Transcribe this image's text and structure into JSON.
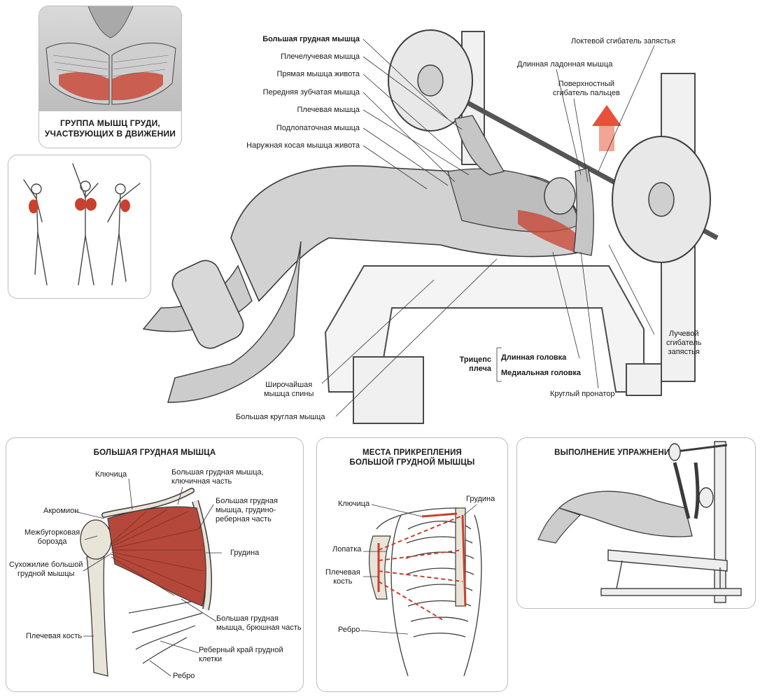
{
  "top_left_panel": {
    "title": "ГРУППА МЫШЦ ГРУДИ,\nУЧАСТВУЮЩИХ В ДВИЖЕНИИ"
  },
  "main": {
    "left_labels": [
      "Большая грудная мышца",
      "Плечелучевая мышца",
      "Прямая мышца живота",
      "Передняя зубчатая мышца",
      "Плечевая мышца",
      "Подлопаточная мышца",
      "Наружная косая мышца живота"
    ],
    "top_right_labels": [
      "Локтевой сгибатель запястья",
      "Длинная ладонная мышца",
      "Поверхностный\nсгибатель пальцев"
    ],
    "right_label": "Лучевой\nсгибатель\nзапястья",
    "triceps": {
      "group": "Трицепс\nплеча",
      "long_head": "Длинная головка",
      "medial_head": "Медиальная головка"
    },
    "pronator": "Круглый пронатор",
    "latissimus": "Широчайшая\nмышца спины",
    "teres_major": "Большая круглая мышца"
  },
  "pec_panel": {
    "title": "БОЛЬШАЯ ГРУДНАЯ МЫШЦА",
    "labels": {
      "clavicle": "Ключица",
      "clavicular_part": "Большая грудная мышца,\nключичная часть",
      "acromion": "Акромион",
      "sternocostal_part": "Большая грудная\nмышца, грудино-\nреберная часть",
      "groove": "Межбугорковая\nборозда",
      "sternum": "Грудина",
      "tendon": "Сухожилие большой\nгрудной мышцы",
      "abdominal_part": "Большая грудная\nмышца, брюшная часть",
      "humerus": "Плечевая кость",
      "costal_margin": "Реберный край грудной\nклетки",
      "rib": "Ребро"
    }
  },
  "attach_panel": {
    "title": "МЕСТА ПРИКРЕПЛЕНИЯ\nБОЛЬШОЙ ГРУДНОЙ МЫШЦЫ",
    "labels": {
      "clavicle": "Ключица",
      "sternum": "Грудина",
      "scapula": "Лопатка",
      "humerus": "Плечевая\nкость",
      "rib": "Ребро"
    }
  },
  "exec_panel": {
    "title": "ВЫПОЛНЕНИЕ УПРАЖНЕНИЯ"
  },
  "colors": {
    "muscle_red": "#c8412f",
    "arrow_red": "#e8503a",
    "panel_border": "#bdbdbd",
    "bone": "#e9e4d8",
    "line": "#2a2a2a"
  }
}
